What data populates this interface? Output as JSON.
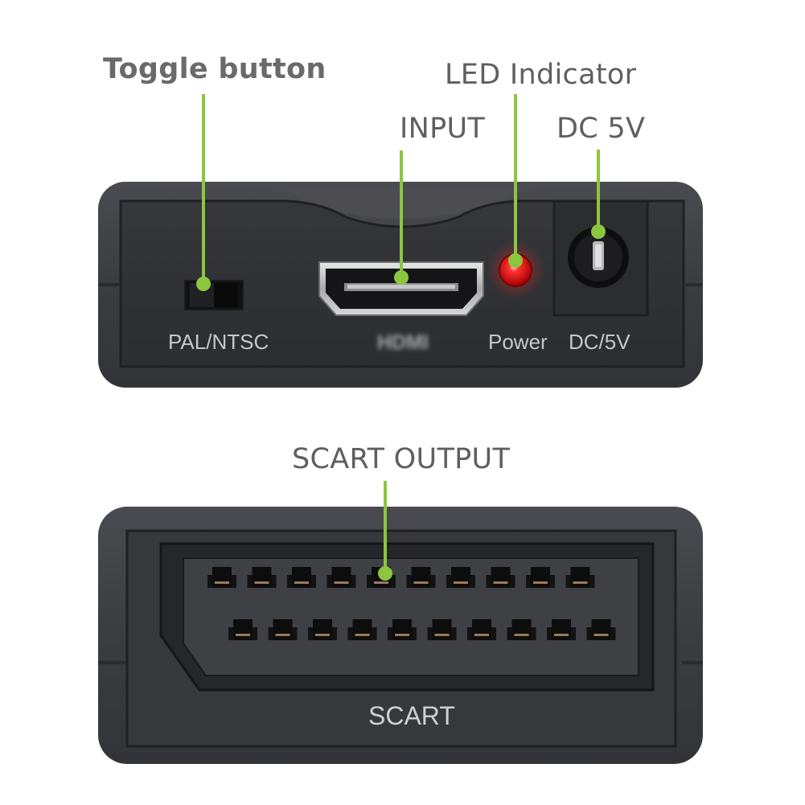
{
  "callouts": {
    "toggle_button": "Toggle button",
    "led_indicator": "LED Indicator",
    "input": "INPUT",
    "dc_5v": "DC 5V",
    "scart_output": "SCART OUTPUT"
  },
  "device_labels": {
    "pal_ntsc": "PAL/NTSC",
    "hdmi": "HDMI",
    "power": "Power",
    "dc_5v": "DC/5V",
    "scart": "SCART"
  },
  "colors": {
    "callout_line": "#8cc63f",
    "led": "#ff1a1a",
    "body": "#3c3d41",
    "panel": "#2f3033"
  },
  "icons": {
    "hdmi_port": "hdmi-port-icon",
    "dc_jack": "dc-jack-icon",
    "scart_port": "scart-connector-icon",
    "toggle": "slide-switch-icon",
    "led": "led-indicator-icon"
  }
}
